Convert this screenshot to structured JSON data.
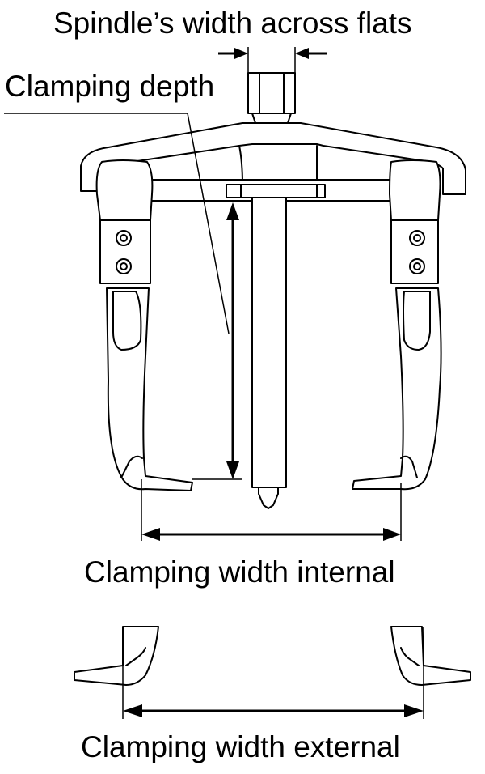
{
  "labels": {
    "spindle_width": "Spindle’s width across flats",
    "clamping_depth": "Clamping depth",
    "width_internal": "Clamping width internal",
    "width_external": "Clamping width external"
  },
  "colors": {
    "line": "#000000",
    "background": "#ffffff"
  }
}
